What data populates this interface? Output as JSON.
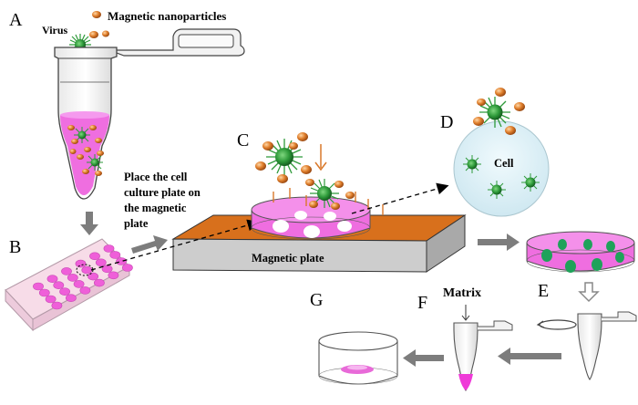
{
  "panels": {
    "a": "A",
    "b": "B",
    "c": "C",
    "d": "D",
    "e": "E",
    "f": "F",
    "g": "G"
  },
  "labels": {
    "virus": "Virus",
    "magnetic_nanoparticles": "Magnetic nanoparticles",
    "instruction_line1": "Place the cell",
    "instruction_line2": "culture plate on",
    "instruction_line3": "the magnetic",
    "instruction_line4": "plate",
    "magnetic_plate": "Magnetic plate",
    "cell": "Cell",
    "matrix": "Matrix"
  },
  "colors": {
    "magenta": "#ee66dd",
    "virus_green": "#2e9a3a",
    "particle_orange": "#d9782a",
    "plate_orange": "#d8701c",
    "cell_blue": "#d5ecf3",
    "arrow_gray": "#7d7d7d"
  }
}
